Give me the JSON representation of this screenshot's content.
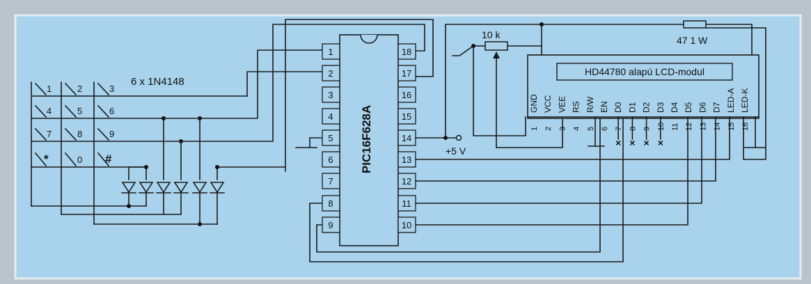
{
  "mcu": {
    "name": "PIC16F628A",
    "left_pins": [
      "1",
      "2",
      "3",
      "4",
      "5",
      "6",
      "7",
      "8",
      "9"
    ],
    "right_pins": [
      "18",
      "17",
      "16",
      "15",
      "14",
      "13",
      "12",
      "11",
      "10"
    ]
  },
  "diodes": {
    "label": "6 x 1N4148"
  },
  "keypad": {
    "keys": [
      "1",
      "2",
      "3",
      "4",
      "5",
      "6",
      "7",
      "8",
      "9",
      "*",
      "0",
      "#"
    ]
  },
  "lcd": {
    "title": "HD44780 alapú LCD-modul",
    "pin_names": [
      "GND",
      "VCC",
      "VEE",
      "RS",
      "R/W",
      "EN",
      "D0",
      "D1",
      "D2",
      "D3",
      "D4",
      "D5",
      "D6",
      "D7",
      "LED-A",
      "LED-K"
    ],
    "pin_numbers": [
      "1",
      "2",
      "3",
      "4",
      "5",
      "6",
      "7",
      "8",
      "9",
      "10",
      "11",
      "12",
      "13",
      "14",
      "15",
      "16"
    ]
  },
  "pot": {
    "label": "10 k"
  },
  "resistor": {
    "label": "47  1 W"
  },
  "supply": {
    "label": "+5 V"
  },
  "colors": {
    "panel": "#a9d3ec",
    "border": "#e4ecf2",
    "page": "#b9c3c9"
  }
}
